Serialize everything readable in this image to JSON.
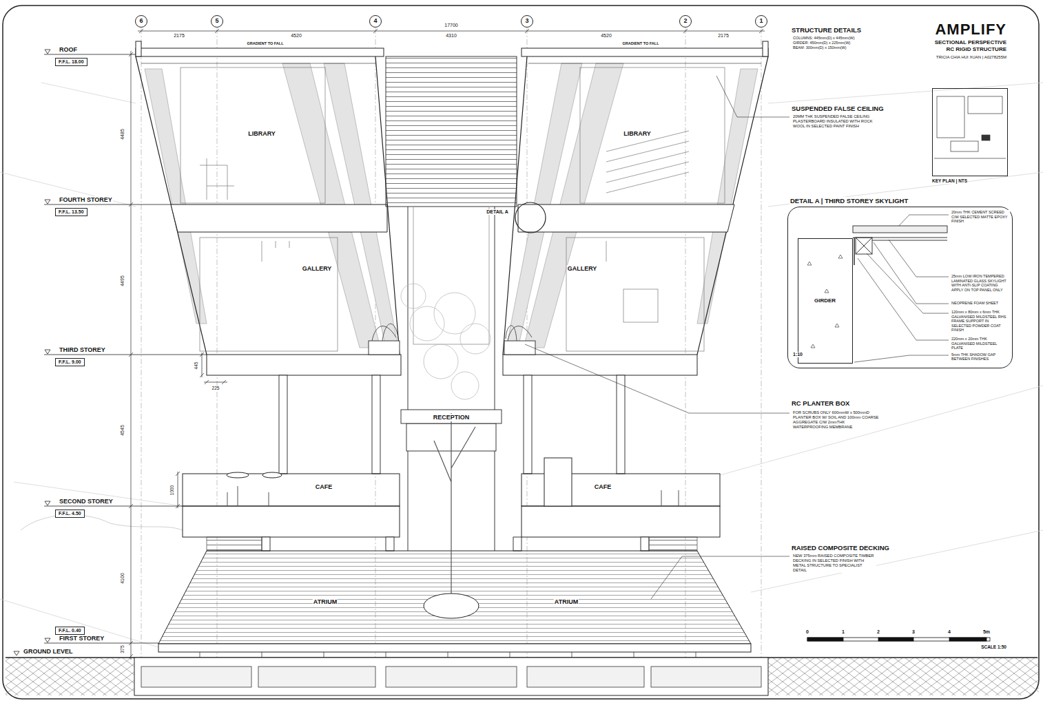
{
  "diagram": {
    "title": "AMPLIFY",
    "nodes": [
      {
        "text": [
          "6"
        ]
      },
      {
        "text": [
          "5"
        ]
      },
      {
        "text": [
          "4"
        ]
      },
      {
        "text": [
          "3"
        ]
      },
      {
        "text": [
          "2"
        ]
      },
      {
        "text": [
          "1"
        ]
      },
      {
        "text": [
          "F.F.L. 18.00"
        ]
      },
      {
        "text": [
          "F.F.L. 13.50"
        ]
      },
      {
        "text": [
          "F.F.L. 9.00"
        ]
      },
      {
        "text": [
          "F.F.L. 4.50"
        ]
      },
      {
        "text": [
          "F.F.L. 0.40"
        ]
      },
      {
        "text": [
          "KEY PLAN | NTS"
        ]
      },
      {
        "text": [
          "DETAIL A | THIRD STOREY SKYLIGHT"
        ]
      },
      {
        "text": [
          "GIRDER"
        ],
        "in": 12
      }
    ],
    "labels": [
      "SECTIONAL PERSPECTIVE",
      "RC RIGID STRUCTURE",
      "TRICIA CHIA HUI XUAN | A0278255M",
      "17700",
      "2175",
      "4520",
      "4310",
      "4520",
      "2175",
      "GRADIENT TO FALL",
      "GRADIENT TO FALL",
      "ROOF",
      "FOURTH STOREY",
      "THIRD STOREY",
      "SECOND STOREY",
      "FIRST STOREY",
      "GROUND LEVEL",
      "4485",
      "4495",
      "4545",
      "4100",
      "375",
      "445",
      "225",
      "1000",
      "LIBRARY",
      "LIBRARY",
      "DETAIL A",
      "GALLERY",
      "GALLERY",
      "RECEPTION",
      "CAFE",
      "CAFE",
      "ATRIUM",
      "ATRIUM",
      "STRUCTURE DETAILS",
      "COLUMNS: 445mm(D) x 445mm(W)",
      "GIRDER: 450mm(D) x 225mm(W)",
      "BEAM: 300mm(D) x 150mm(W)",
      "SUSPENDED FALSE CEILING",
      "20MM THK SUSPENDED FALSE CEILING PLASTERBOARD INSULATED WITH ROCK WOOL IN SELECTED PAINT FINISH",
      "20mm THK CEMENT SCREED C/W SELECTED MATTE EPOXY FINISH",
      "25mm LOW IRON TEMPERED LAMINATED GLASS SKYLIGHT WITH ANTI-SLIP COATING APPLY ON TOP PANEL ONLY",
      "NEOPRENE FOAM SHEET",
      "120mm x 80mm x 6mm THK GALVANISED MILDSTEEL RHS FRAME SUPPORT IN SELECTED POWDER COAT FINISH",
      "220mm x 20mm THK GALVANISED MILDSTEEL PLATE",
      "5mm THK SHADOW GAP BETWEEN FINISHES",
      "1:10",
      "RC PLANTER BOX",
      "FOR SCRUBS ONLY 600mmW x 500mmD PLANTER BOX W/ SOIL AND 100mm COARSE AGGREGATE C/W 2mmTHK WATERPROOFING MEMBRANE",
      "RAISED COMPOSITE DECKING",
      "NEW 375mm RAISED COMPOSITE TIMBER DECKING IN SELECTED FINISH WITH METAL STRUCTURE TO SPECIALIST DETAIL",
      "0",
      "1",
      "2",
      "3",
      "4",
      "5m",
      "SCALE 1:50"
    ]
  }
}
